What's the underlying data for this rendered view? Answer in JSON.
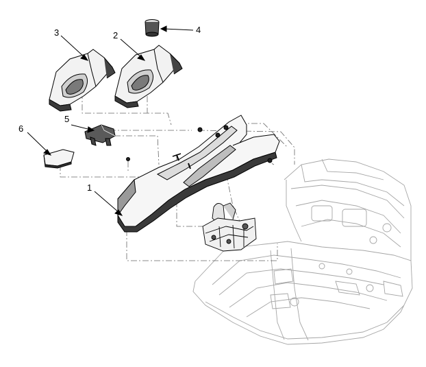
{
  "diagram": {
    "callouts": [
      {
        "id": "1",
        "label": "1"
      },
      {
        "id": "2",
        "label": "2"
      },
      {
        "id": "3",
        "label": "3"
      },
      {
        "id": "4",
        "label": "4"
      },
      {
        "id": "5",
        "label": "5"
      },
      {
        "id": "6",
        "label": "6"
      }
    ]
  },
  "colors": {
    "line": "#000000",
    "body_line": "#9a9a9a",
    "fill_dark": "#4a4a4a",
    "fill_light": "#ececec"
  }
}
